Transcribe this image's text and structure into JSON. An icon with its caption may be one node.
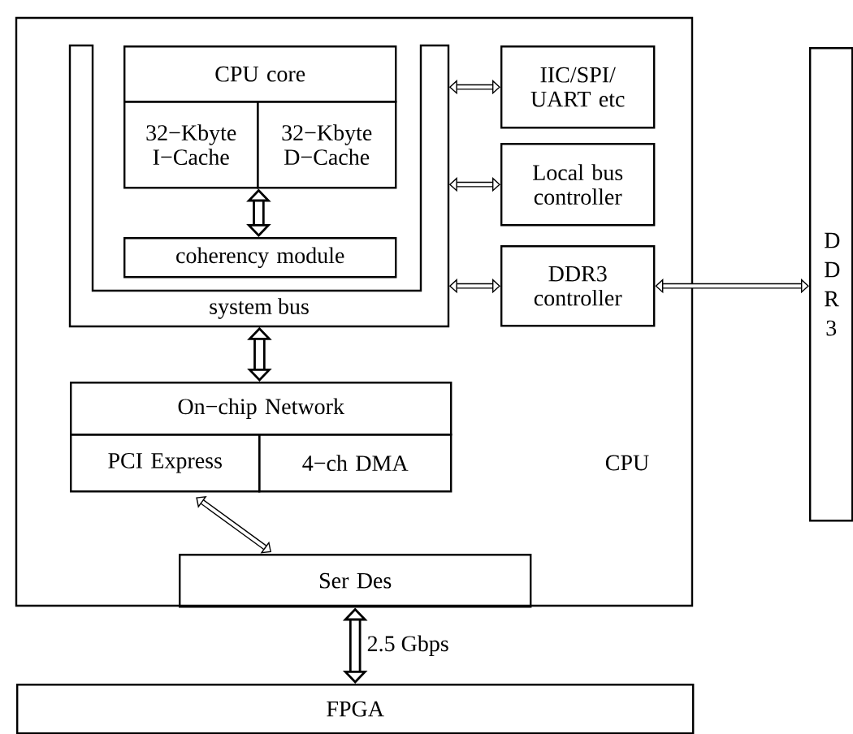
{
  "diagram": {
    "nodes": [
      {
        "text": [
          "CPU"
        ]
      },
      {
        "text": [
          "system bus"
        ],
        "in": 0
      },
      {
        "text": [
          "CPU core"
        ],
        "in": 1
      },
      {
        "text": [
          "32−Kbyte I−Cache"
        ],
        "in": 1
      },
      {
        "text": [
          "32−Kbyte D−Cache"
        ],
        "in": 1
      },
      {
        "text": [
          "coherency module"
        ],
        "in": 1
      },
      {
        "text": [
          "IIC/SPI/ UART etc"
        ],
        "in": 0
      },
      {
        "text": [
          "Local bus controller"
        ],
        "in": 0
      },
      {
        "text": [
          "DDR3 controller"
        ],
        "in": 0
      },
      {
        "text": [
          "D D R 3"
        ]
      },
      {
        "text": [
          "On−chip Network"
        ],
        "in": 0
      },
      {
        "text": [
          "PCI Express"
        ],
        "in": 0
      },
      {
        "text": [
          "4−ch DMA"
        ],
        "in": 0
      },
      {
        "text": [
          "Ser Des"
        ],
        "in": 0
      },
      {
        "text": [
          "FPGA"
        ]
      }
    ],
    "edges": [
      {
        "from": 3,
        "to": 5,
        "arrow": "both",
        "style": "thick"
      },
      {
        "from": 1,
        "to": 10,
        "arrow": "both",
        "style": "thick"
      },
      {
        "from": 1,
        "to": 6,
        "arrow": "both"
      },
      {
        "from": 1,
        "to": 7,
        "arrow": "both"
      },
      {
        "from": 1,
        "to": 8,
        "arrow": "both"
      },
      {
        "from": 8,
        "to": 9,
        "arrow": "both"
      },
      {
        "from": 11,
        "to": 13,
        "arrow": "both"
      },
      {
        "from": 13,
        "to": 14,
        "arrow": "both",
        "style": "thick",
        "label": "2.5 Gbps"
      }
    ]
  }
}
